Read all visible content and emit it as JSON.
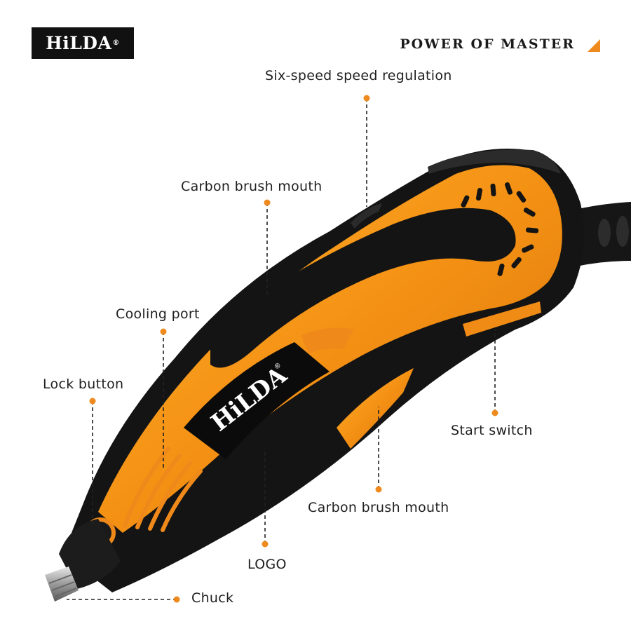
{
  "brand": {
    "logo_text": "HiLDA",
    "registered_mark": "®",
    "tagline": "POWER OF MASTER"
  },
  "product_logo": {
    "text": "HiLDA",
    "registered_mark": "®"
  },
  "callouts": {
    "speed": "Six-speed speed regulation",
    "brush_top": "Carbon brush mouth",
    "cooling": "Cooling port",
    "lock": "Lock button",
    "start": "Start switch",
    "brush_bottom": "Carbon brush mouth",
    "logo": "LOGO",
    "chuck": "Chuck"
  },
  "colors": {
    "accent": "#ee8a1e",
    "body_black": "#141414",
    "body_orange": "#f08c16",
    "text": "#1f1f1f"
  }
}
